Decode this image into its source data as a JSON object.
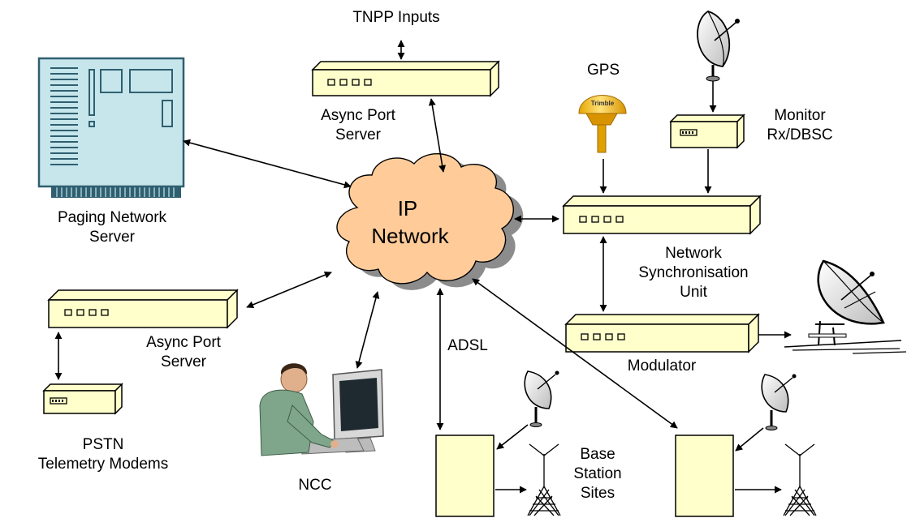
{
  "labels": {
    "tnpp_inputs": "TNPP Inputs",
    "async_top_1": "Async Port",
    "async_top_2": "Server",
    "gps": "GPS",
    "monitor_1": "Monitor",
    "monitor_2": "Rx/DBSC",
    "paging_1": "Paging Network",
    "paging_2": "Server",
    "ip_1": "IP",
    "ip_2": "Network",
    "nsu_1": "Network",
    "nsu_2": "Synchronisation",
    "nsu_3": "Unit",
    "async_left_1": "Async Port",
    "async_left_2": "Server",
    "adsl": "ADSL",
    "modulator": "Modulator",
    "pstn_1": "PSTN",
    "pstn_2": "Telemetry Modems",
    "ncc": "NCC",
    "base_1": "Base",
    "base_2": "Station",
    "base_3": "Sites",
    "gps_brand": "Trimble"
  },
  "colors": {
    "device_fill": "#ffffcc",
    "cloud_fill": "#ffcc99",
    "cloud_shadow": "#8c8c8c",
    "server_fill": "#c6e6ec",
    "server_dark": "#2f5f70",
    "gps_dome": "#ffd84a",
    "gps_base": "#e0a000"
  },
  "icons": [
    "satellite-dish-icon",
    "antenna-tower-icon",
    "gps-receiver-icon",
    "operator-workstation-icon",
    "server-rack-icon",
    "cloud-icon"
  ]
}
